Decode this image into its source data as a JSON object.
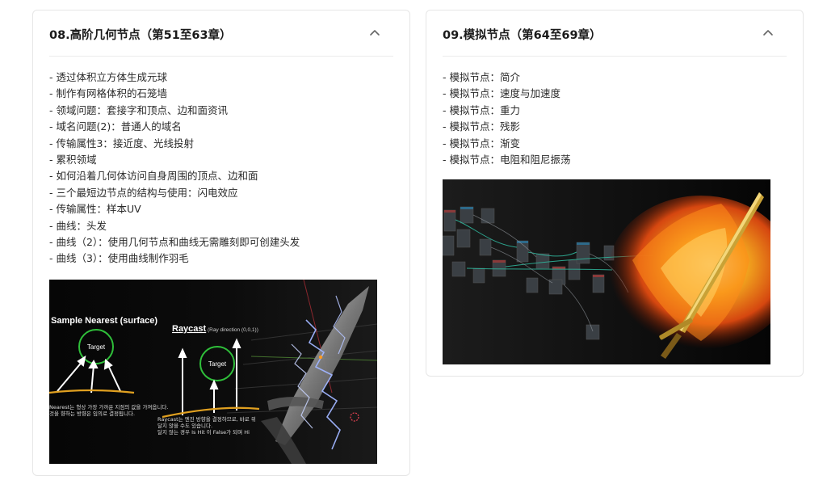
{
  "cards": [
    {
      "title": "08.高阶几何节点（第51至63章）",
      "items": [
        "透过体积立方体生成元球",
        "制作有网格体积的石笼墙",
        "领域问题：套接字和顶点、边和面资讯",
        "域名问题(2)：普通人的域名",
        "传输属性3：接近度、光线投射",
        "累积领域",
        "如何沿着几何体访问自身周围的顶点、边和面",
        "三个最短边节点的结构与使用：闪电效应",
        "传输属性：样本UV",
        "曲线：头发",
        "曲线（2）：使用几何节点和曲线无需雕刻即可创建头发",
        "曲线（3）：使用曲线制作羽毛"
      ],
      "image": {
        "label_nearest": "Sample Nearest (surface)",
        "label_raycast": "Raycast",
        "label_raycast_sub": "(Ray direction (0,0,1))",
        "target_1": "Target",
        "target_2": "Target",
        "caption_left_1": "Nearest는 형상 가장 가까운 지점의 값을 가져옵니다.",
        "caption_left_2": "것을 향하는 방향은 임의로 결정됩니다.",
        "caption_right_1": "Raycast는 엔진 방향을 결정하므로, 바로 위",
        "caption_right_2": "달지 않을 수도 있습니다.",
        "caption_right_3": "달지 않는 경우 Is Hit 이 False가 되며 Hi"
      }
    },
    {
      "title": "09.模拟节点（第64至69章）",
      "items": [
        "模拟节点：简介",
        "模拟节点：速度与加速度",
        "模拟节点：重力",
        "模拟节点：残影",
        "模拟节点：渐变",
        "模拟节点：电阻和阻尼振荡"
      ]
    }
  ],
  "colors": {
    "card_border": "#e6e6e6",
    "title": "#1a1a1a",
    "text": "#2a2a2a",
    "target_green": "#2fbf3a",
    "ground_orange": "#e0a020",
    "lightning": "#9fb4ff",
    "flame": "#ff8c1a"
  }
}
